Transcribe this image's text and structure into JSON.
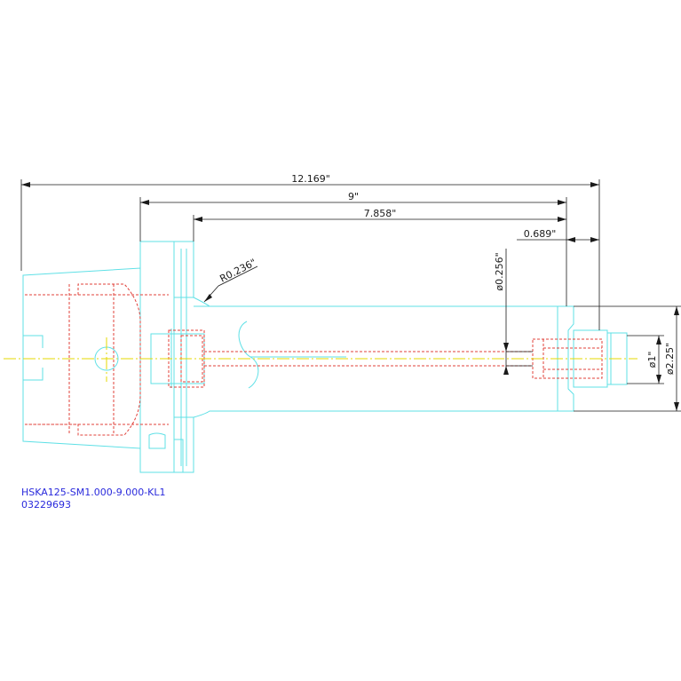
{
  "dimensions": {
    "overall_length": "12.169\"",
    "gauge_length": "9\"",
    "body_length": "7.858\"",
    "nose_length": "0.689\"",
    "radius": "R0.236\"",
    "bore_diameter": "ø0.256\"",
    "shank_diameter": "ø1\"",
    "body_diameter": "ø2.25\""
  },
  "part": {
    "name": "HSKA125-SM1.000-9.000-KL1",
    "number": "03229693"
  },
  "colors": {
    "outline": "#5fe0e6",
    "hidden_lines": "#e0403a",
    "center_line": "#e6d800",
    "dimension_lines": "#1a1a1a",
    "part_label": "#2a2adc"
  }
}
